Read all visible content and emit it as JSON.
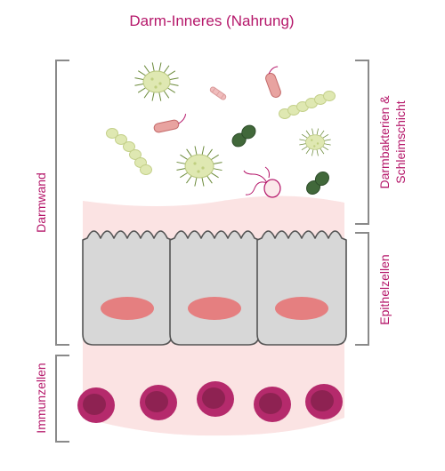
{
  "title": "Darm-Inneres (Nahrung)",
  "labels": {
    "darmwand": "Darmwand",
    "immunzellen": "Immunzellen",
    "darmbakterien_line1": "Darmbakterien &",
    "darmbakterien_line2": "Schleimschicht",
    "epithelzellen": "Epithelzellen"
  },
  "colors": {
    "accent_text": "#b5176a",
    "bracket": "#8a8a8a",
    "mucus": "#fbe3e3",
    "cell_fill": "#d7d7d7",
    "cell_stroke": "#555555",
    "nucleus": "#e57f80",
    "immune_outer": "#b52a6c",
    "immune_inner": "#8e2252",
    "bacteria_lightgreen": "#dfe8b2",
    "bacteria_darkgreen": "#41683a",
    "bacteria_pink": "#e8a3a0"
  }
}
